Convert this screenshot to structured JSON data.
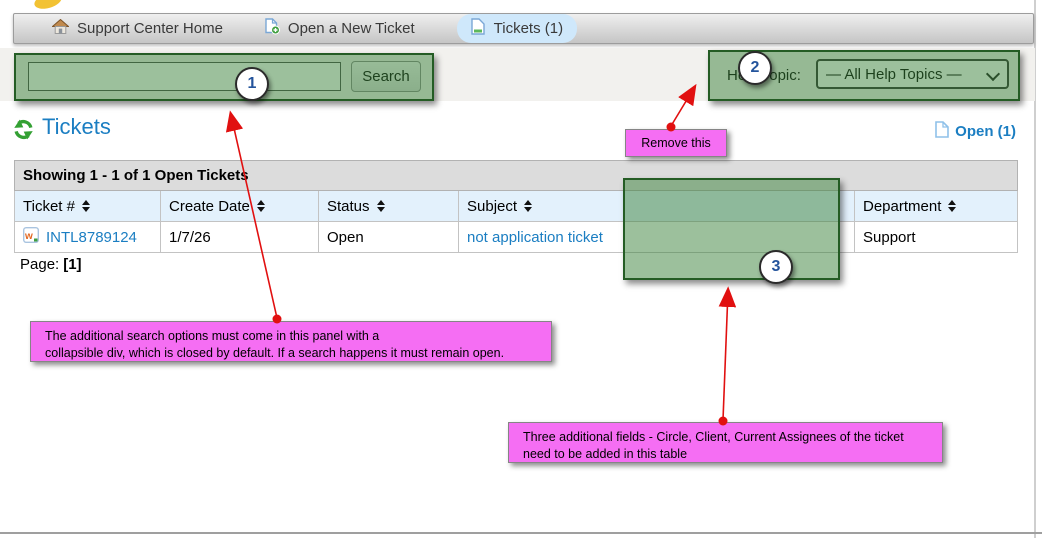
{
  "nav": {
    "items": [
      {
        "label": "Support Center Home"
      },
      {
        "label": "Open a New Ticket"
      },
      {
        "label": "Tickets (1)"
      }
    ]
  },
  "search": {
    "value": "",
    "button_label": "Search"
  },
  "help_topic": {
    "label": "Help Topic:",
    "selected": "— All Help Topics —"
  },
  "heading": {
    "title": "Tickets"
  },
  "open_link": {
    "label": "Open (1)"
  },
  "table": {
    "caption": "Showing 1 - 1 of 1 Open Tickets",
    "headers": [
      "Ticket #",
      "Create Date",
      "Status",
      "Subject",
      "Department"
    ],
    "rows": [
      {
        "ticket": "INTL8789124",
        "create_date": "1/7/26",
        "status": "Open",
        "subject": "not application ticket",
        "department": "Support"
      }
    ]
  },
  "pagination": {
    "label": "Page:",
    "current": "[1]"
  },
  "annotations": {
    "circles": [
      "1",
      "2",
      "3"
    ],
    "notes": {
      "remove": "Remove this",
      "search_panel_line1": "The additional search options must come in this panel with a",
      "search_panel_line2": "collapsible div, which is closed by default. If a search happens it must remain open.",
      "fields_line1": "Three additional fields - Circle, Client, Current Assignees of the ticket",
      "fields_line2": "need to be added in this table"
    },
    "colors": {
      "highlight_green": "#3a813a",
      "note_pink": "#f56ef3",
      "arrow_red": "#e11010"
    }
  }
}
